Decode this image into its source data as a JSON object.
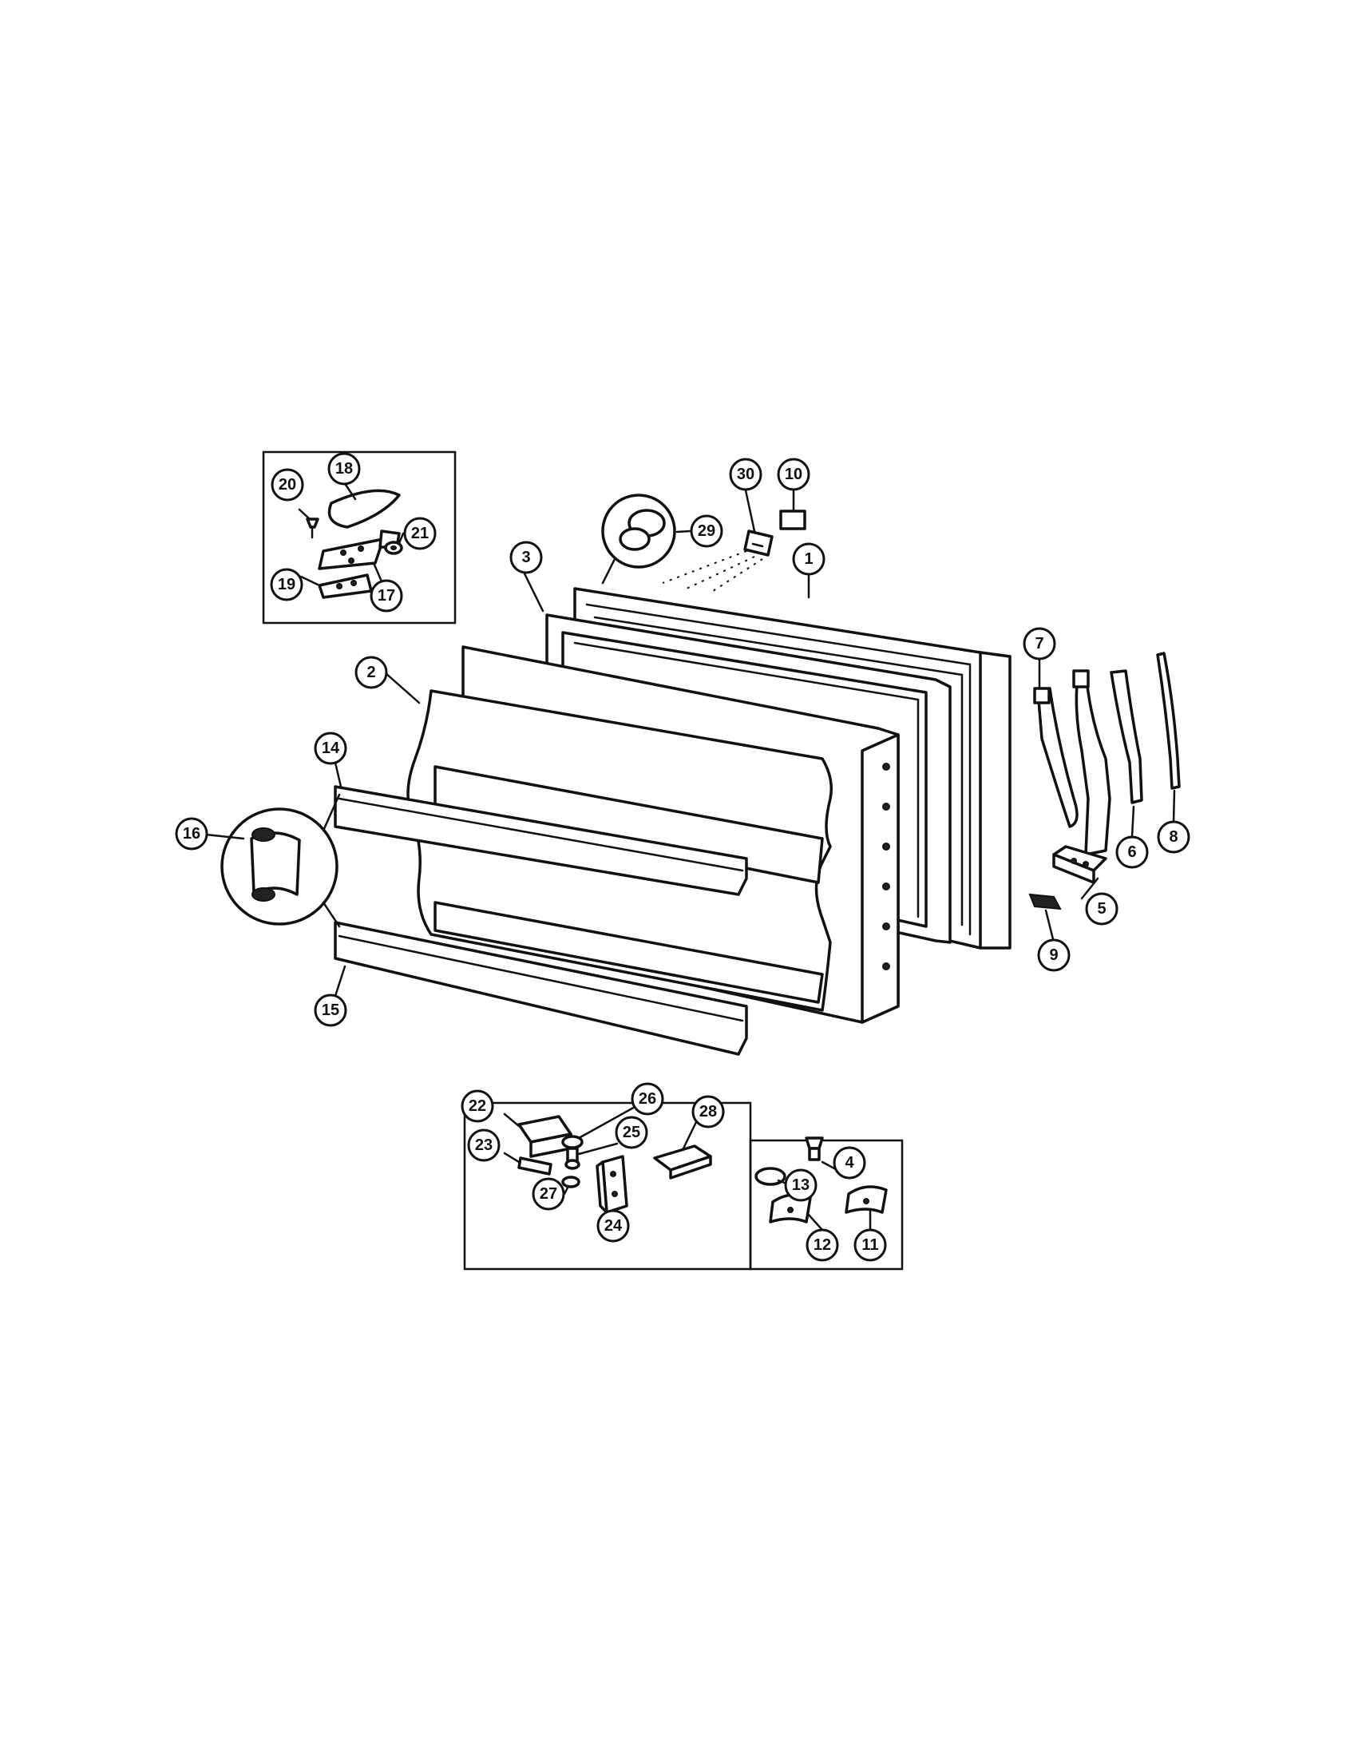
{
  "diagram": {
    "callouts": [
      {
        "label": "1"
      },
      {
        "label": "2"
      },
      {
        "label": "3"
      },
      {
        "label": "4"
      },
      {
        "label": "5"
      },
      {
        "label": "6"
      },
      {
        "label": "7"
      },
      {
        "label": "8"
      },
      {
        "label": "9"
      },
      {
        "label": "10"
      },
      {
        "label": "11"
      },
      {
        "label": "12"
      },
      {
        "label": "13"
      },
      {
        "label": "14"
      },
      {
        "label": "15"
      },
      {
        "label": "16"
      },
      {
        "label": "17"
      },
      {
        "label": "18"
      },
      {
        "label": "19"
      },
      {
        "label": "20"
      },
      {
        "label": "21"
      },
      {
        "label": "22"
      },
      {
        "label": "23"
      },
      {
        "label": "24"
      },
      {
        "label": "25"
      },
      {
        "label": "26"
      },
      {
        "label": "27"
      },
      {
        "label": "28"
      },
      {
        "label": "29"
      },
      {
        "label": "30"
      }
    ]
  }
}
